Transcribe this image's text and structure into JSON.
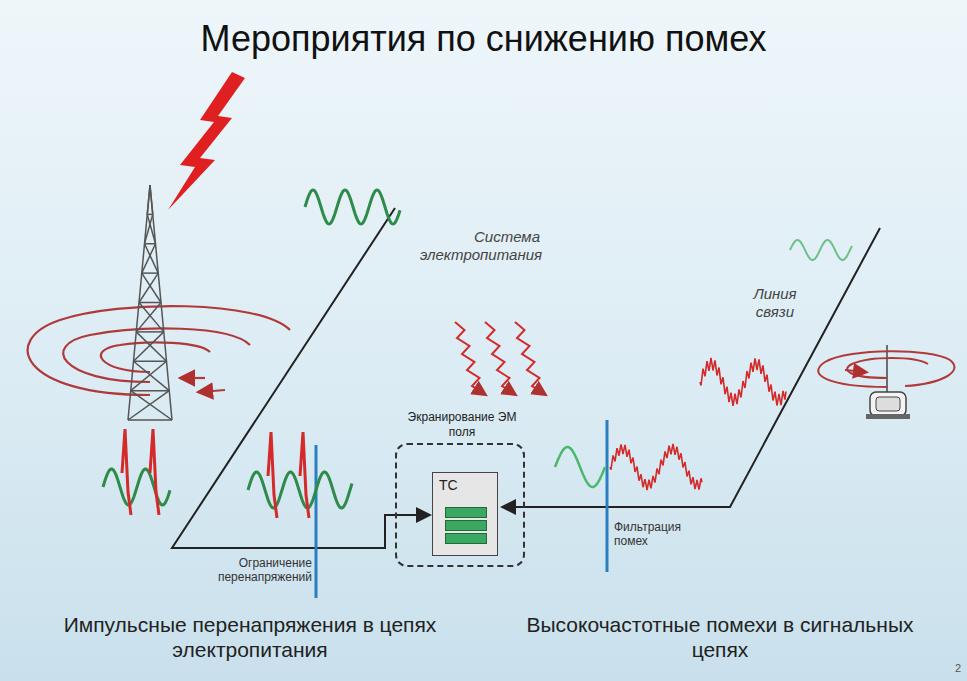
{
  "diagram": {
    "title": "Мероприятия по снижению помех",
    "nodes": [
      {
        "text": [
          "Экранирование ЭМ поля"
        ]
      },
      {
        "text": [
          "ТС"
        ],
        "in": 0
      }
    ],
    "labels": [
      "Система электропитания",
      "Линия связи",
      "Ограничение перенапряжений",
      "Фильтрация помех",
      "Импульсные перенапряжения в цепях электропитания",
      "Высокочастотные помехи в сигнальных цепях",
      "2"
    ]
  }
}
